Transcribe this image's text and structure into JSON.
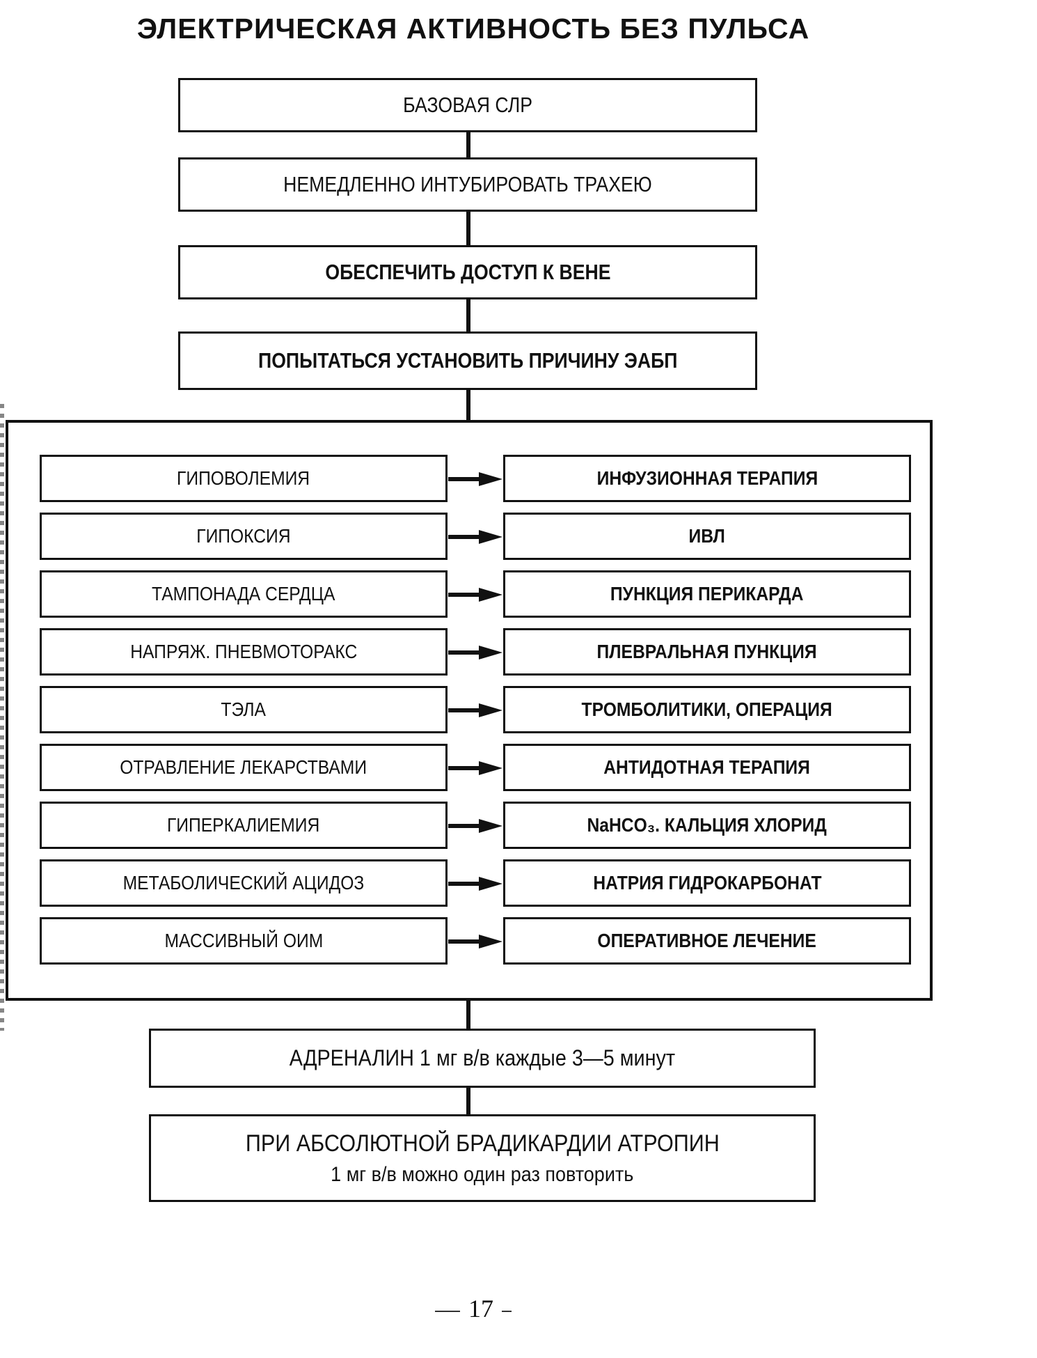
{
  "title": "ЭЛЕКТРИЧЕСКАЯ АКТИВНОСТЬ БЕЗ ПУЛЬСА",
  "steps": [
    "БАЗОВАЯ СЛР",
    "НЕМЕДЛЕННО ИНТУБИРОВАТЬ ТРАХЕЮ",
    "ОБЕСПЕЧИТЬ ДОСТУП К ВЕНЕ",
    "ПОПЫТАТЬСЯ УСТАНОВИТЬ ПРИЧИНУ ЭАБП"
  ],
  "causes": [
    {
      "cause": "ГИПОВОЛЕМИЯ",
      "treatment": "ИНФУЗИОННАЯ ТЕРАПИЯ"
    },
    {
      "cause": "ГИПОКСИЯ",
      "treatment": "ИВЛ"
    },
    {
      "cause": "ТАМПОНАДА СЕРДЦА",
      "treatment": "ПУНКЦИЯ ПЕРИКАРДА"
    },
    {
      "cause": "НАПРЯЖ. ПНЕВМОТОРАКС",
      "treatment": "ПЛЕВРАЛЬНАЯ ПУНКЦИЯ"
    },
    {
      "cause": "ТЭЛА",
      "treatment": "ТРОМБОЛИТИКИ, ОПЕРАЦИЯ"
    },
    {
      "cause": "ОТРАВЛЕНИЕ ЛЕКАРСТВАМИ",
      "treatment": "АНТИДОТНАЯ ТЕРАПИЯ"
    },
    {
      "cause": "ГИПЕРКАЛИЕМИЯ",
      "treatment": "NaHCO₃. КАЛЬЦИЯ ХЛОРИД"
    },
    {
      "cause": "МЕТАБОЛИЧЕСКИЙ АЦИДОЗ",
      "treatment": "НАТРИЯ ГИДРОКАРБОНАТ"
    },
    {
      "cause": "МАССИВНЫЙ ОИМ",
      "treatment": "ОПЕРАТИВНОЕ ЛЕЧЕНИЕ"
    }
  ],
  "adrenaline": "АДРЕНАЛИН 1 мг в/в каждые 3—5 минут",
  "atropine": {
    "line1": "ПРИ АБСОЛЮТНОЙ БРАДИКАРДИИ АТРОПИН",
    "line2": "1 мг в/в можно один раз повторить"
  },
  "page_number": "17"
}
